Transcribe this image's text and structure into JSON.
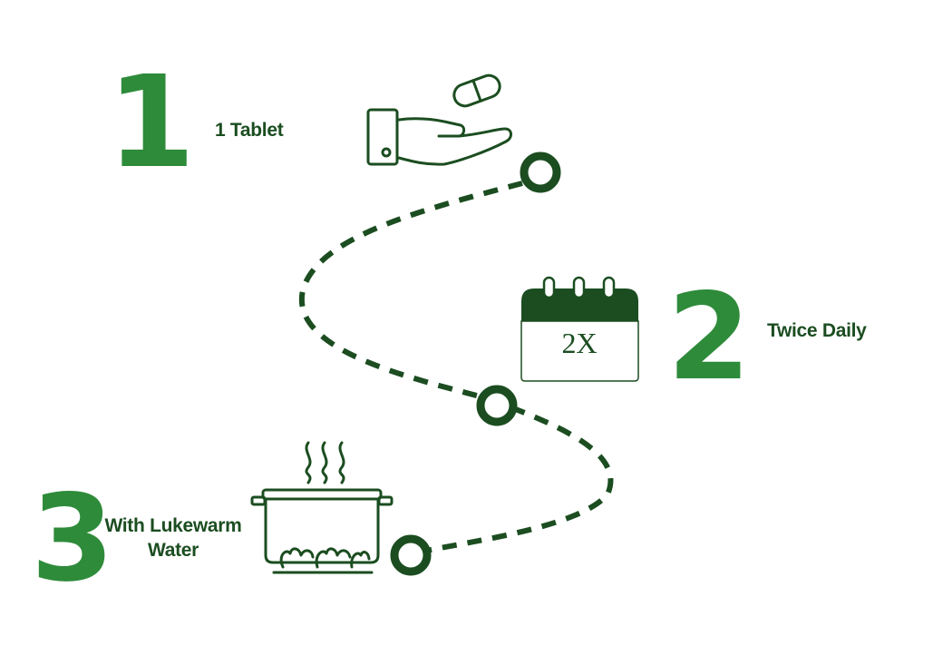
{
  "colors": {
    "accent_green": "#2e8b3a",
    "dark_green": "#1b4d20",
    "background": "#ffffff"
  },
  "steps": [
    {
      "number": "1",
      "label": "1 Tablet",
      "icon": "hand-holding-pill-icon"
    },
    {
      "number": "2",
      "label": "Twice Daily",
      "icon": "calendar-icon",
      "calendar_text": "2X"
    },
    {
      "number": "3",
      "label": "With Lukewarm Water",
      "icon": "cooking-pot-icon"
    }
  ]
}
